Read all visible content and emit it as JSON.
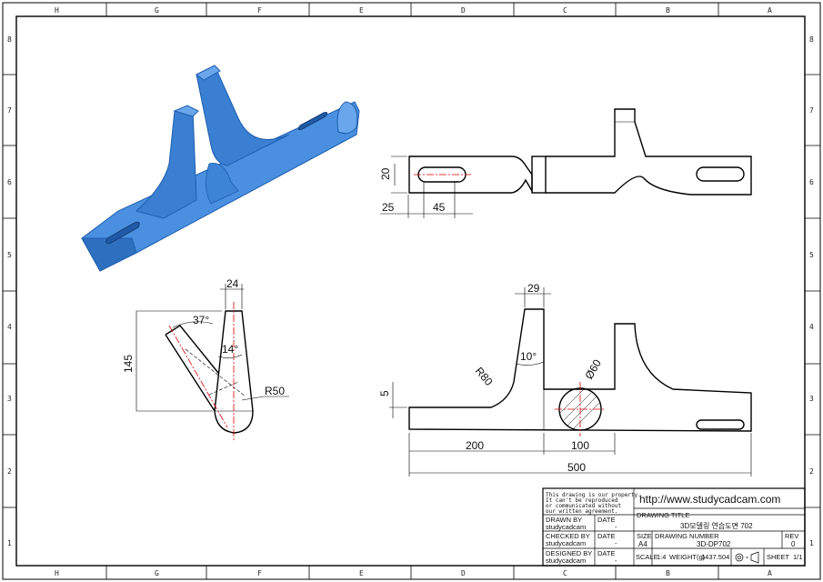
{
  "zones_top": [
    "H",
    "G",
    "F",
    "E",
    "D",
    "C",
    "B",
    "A"
  ],
  "zones_bottom": [
    "H",
    "G",
    "F",
    "E",
    "D",
    "C",
    "B",
    "A"
  ],
  "zones_left": [
    "8",
    "7",
    "6",
    "5",
    "4",
    "3",
    "2",
    "1"
  ],
  "zones_right": [
    "8",
    "7",
    "6",
    "5",
    "4",
    "3",
    "2",
    "1"
  ],
  "iso_color": "#3a7fd4",
  "dims": {
    "top_20": "20",
    "top_25": "25",
    "top_45": "45",
    "side_24": "24",
    "side_37": "37°",
    "side_14": "14°",
    "side_145": "145",
    "side_r50": "R50",
    "front_29": "29",
    "front_r80": "R80",
    "front_10": "10°",
    "front_d60": "Ø60",
    "front_5": "5",
    "front_200": "200",
    "front_100": "100",
    "front_500": "500"
  },
  "title_block": {
    "notice": [
      "This drawing is our property.",
      "It can't be reproduced",
      "or communicated without",
      "our written agreement."
    ],
    "url": "http://www.studycadcam.com",
    "drawn_by_label": "DRAWN BY",
    "drawn_by": "studycadcam",
    "checked_by_label": "CHECKED BY",
    "checked_by": "studycadcam",
    "designed_by_label": "DESIGNED BY",
    "designed_by": "studycadcam",
    "date_label": "DATE",
    "date_value": "-",
    "drawing_title_label": "DRAWING TITLE",
    "drawing_title": "3D모델링 연습도면 702",
    "size_label": "SIZE",
    "size": "A4",
    "drawing_number_label": "DRAWING NUMBER",
    "drawing_number": "3D-DP702",
    "rev_label": "REV",
    "rev": "0",
    "scale_label": "SCALE",
    "scale": "1:4",
    "weight_label": "WEIGHT(g)",
    "weight": "1437.504",
    "sheet_label": "SHEET",
    "sheet": "1/1"
  }
}
